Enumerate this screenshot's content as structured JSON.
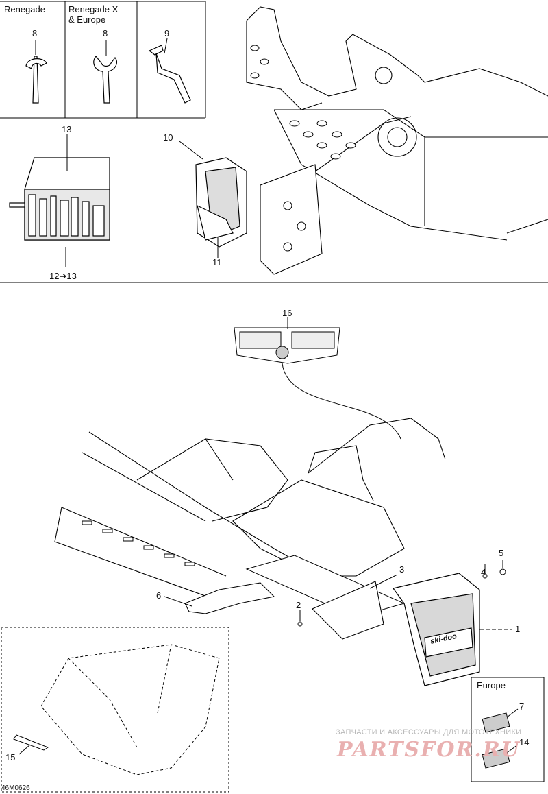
{
  "panels": {
    "renegade": "Renegade",
    "renegade_x_europe": "Renegade X\n& Europe",
    "europe": "Europe"
  },
  "callouts": {
    "c1": "1",
    "c2": "2",
    "c3": "3",
    "c4": "4",
    "c5": "5",
    "c6": "6",
    "c7": "7",
    "c8a": "8",
    "c8b": "8",
    "c9": "9",
    "c10": "10",
    "c11": "11",
    "c12_13": "12➔13",
    "c13": "13",
    "c14": "14",
    "c15": "15",
    "c16": "16"
  },
  "diagram_code": "46M0626",
  "watermark": {
    "text": "ЗАПЧАСТИ И АКСЕССУАРЫ ДЛЯ МОТОТЕХНИКИ",
    "logo": "PARTSFOR.RU"
  },
  "brand_logo": "ski-doo"
}
